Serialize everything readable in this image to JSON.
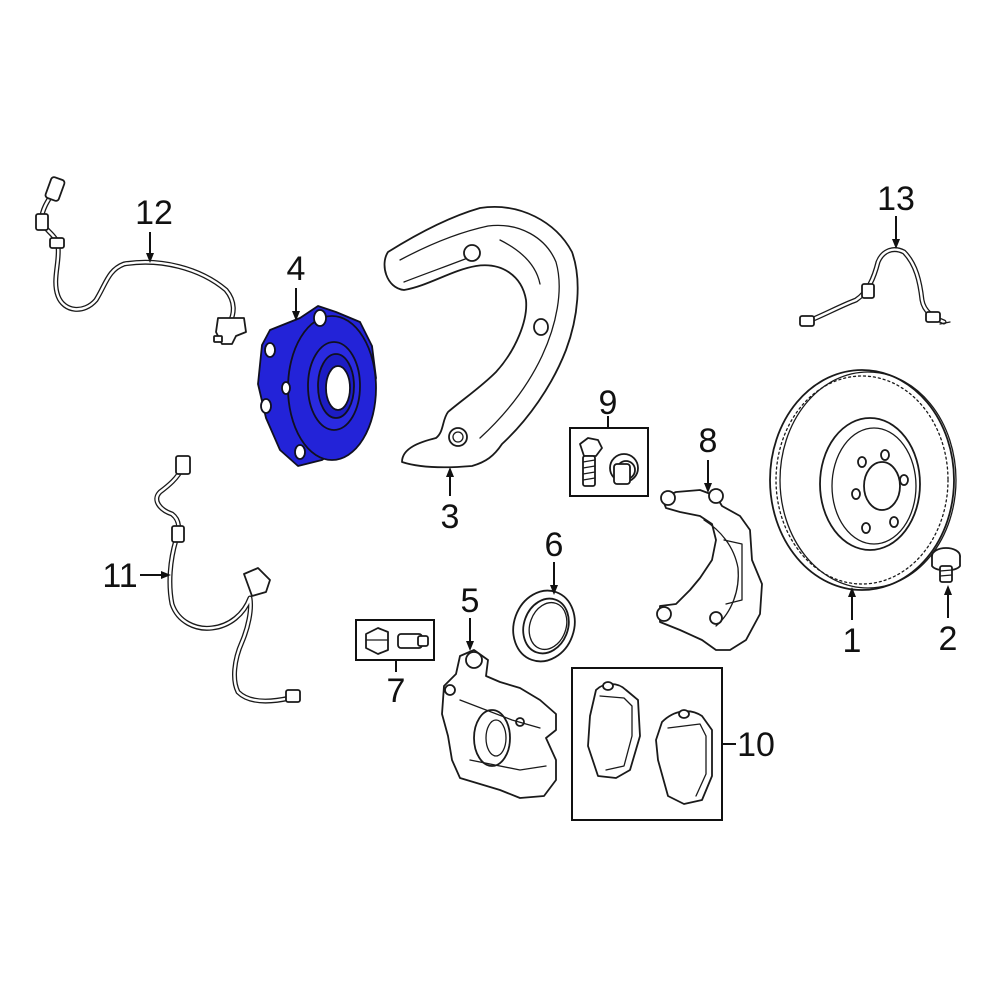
{
  "highlight_color": "#2323d8",
  "callouts": {
    "c1": "1",
    "c2": "2",
    "c3": "3",
    "c4": "4",
    "c5": "5",
    "c6": "6",
    "c7": "7",
    "c8": "8",
    "c9": "9",
    "c10": "10",
    "c11": "11",
    "c12": "12",
    "c13": "13"
  }
}
